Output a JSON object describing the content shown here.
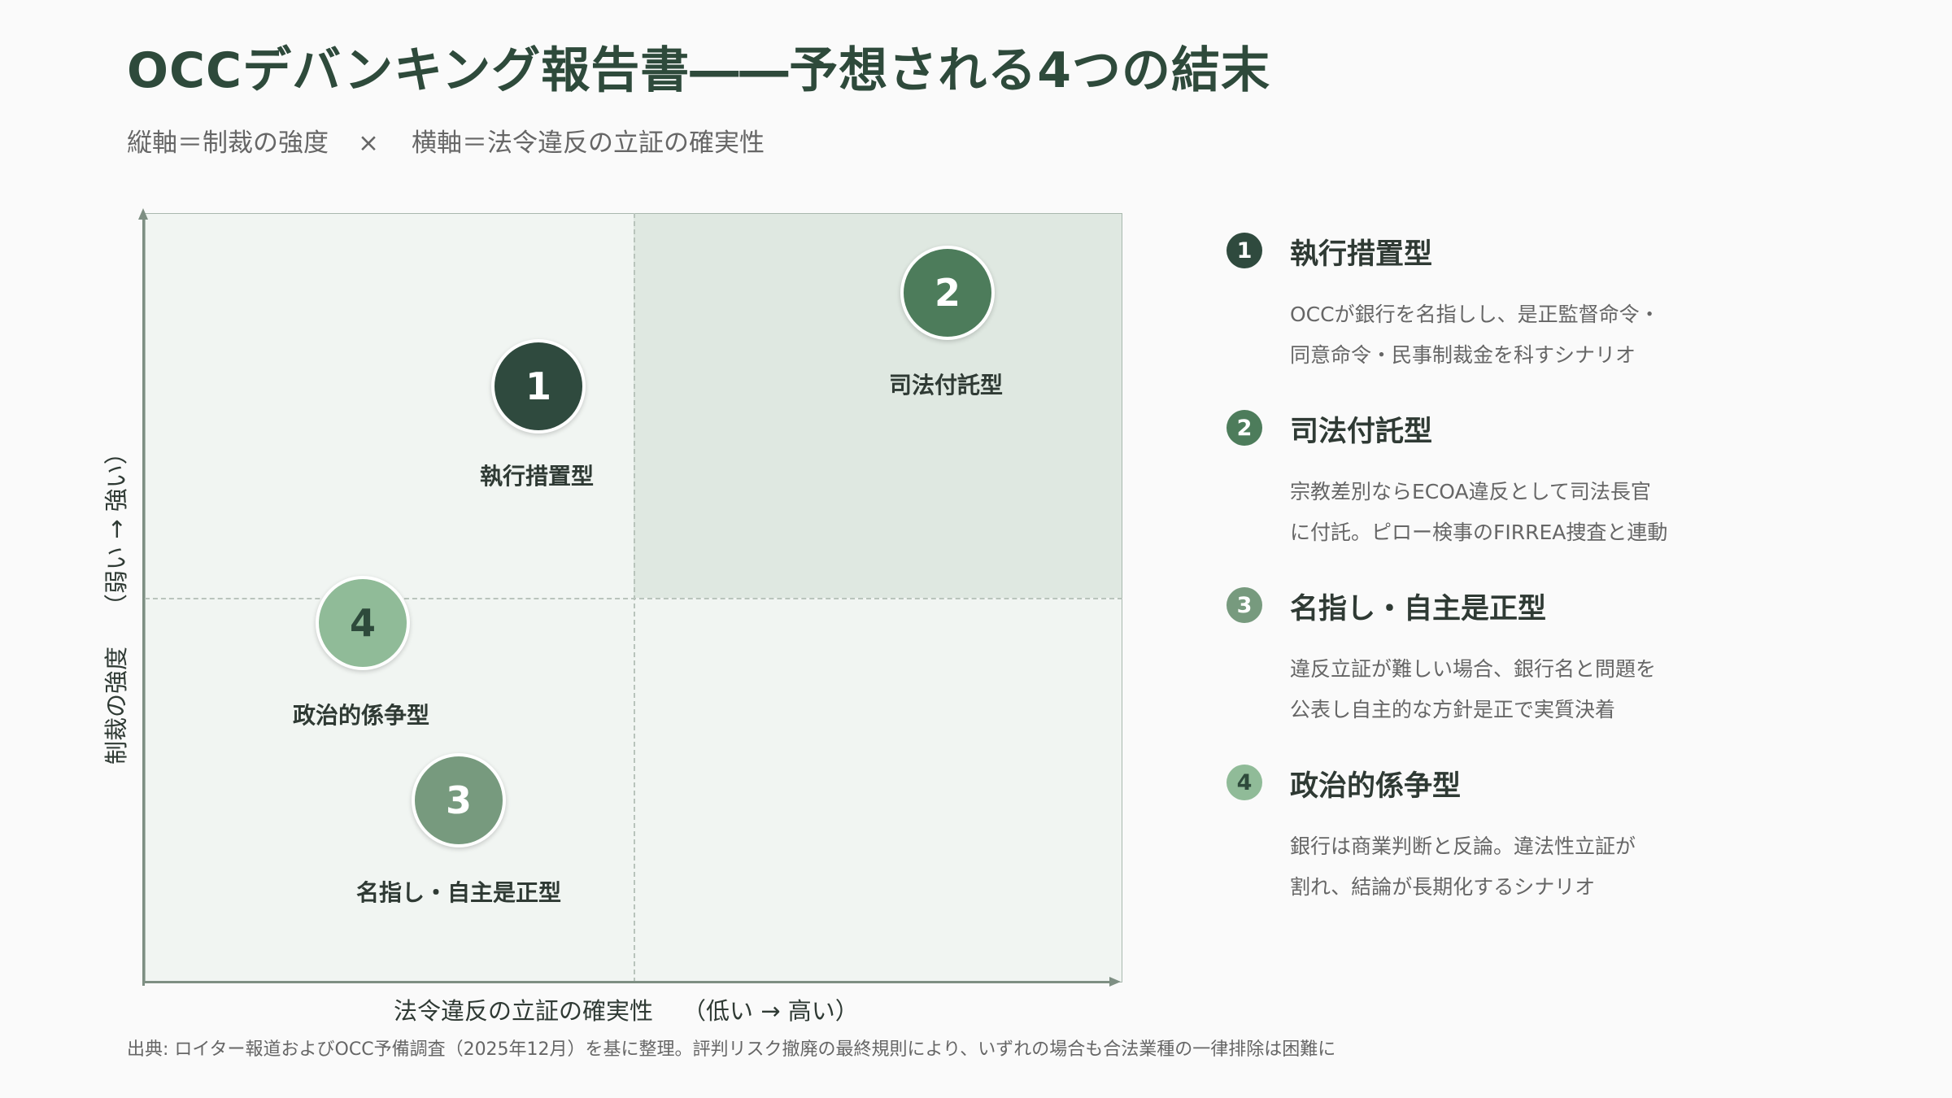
{
  "title": "OCCデバンキング報告書――予想される4つの結末",
  "subtitle": {
    "left": "縦軸＝制裁の強度",
    "separator": "×",
    "right": "横軸＝法令違反の立証の確実性"
  },
  "axes": {
    "x_label": "法令違反の立証の確実性",
    "x_direction": "（低い → 高い）",
    "y_label": "制裁の強度",
    "y_direction": "（弱い → 強い）"
  },
  "markers": [
    {
      "number": "1",
      "label": "執行措置型",
      "color": "#2f4a3e"
    },
    {
      "number": "2",
      "label": "司法付託型",
      "color": "#4d7c5b"
    },
    {
      "number": "3",
      "label": "名指し・自主是正型",
      "color": "#779a7e"
    },
    {
      "number": "4",
      "label": "政治的係争型",
      "color": "#90bb98"
    }
  ],
  "legend": [
    {
      "number": "1",
      "title": "執行措置型",
      "lines": [
        "OCCが銀行を名指しし、是正監督命令・",
        "同意命令・民事制裁金を科すシナリオ"
      ]
    },
    {
      "number": "2",
      "title": "司法付託型",
      "lines": [
        "宗教差別ならECOA違反として司法長官",
        "に付託。ピロー検事のFIRREA捜査と連動"
      ]
    },
    {
      "number": "3",
      "title": "名指し・自主是正型",
      "lines": [
        "違反立証が難しい場合、銀行名と問題を",
        "公表し自主的な方針是正で実質決着"
      ]
    },
    {
      "number": "4",
      "title": "政治的係争型",
      "lines": [
        "銀行は商業判断と反論。違法性立証が",
        "割れ、結論が長期化するシナリオ"
      ]
    }
  ],
  "source": "出典: ロイター報道およびOCC予備調査（2025年12月）を基に整理。評判リスク撤廃の最終規則により、いずれの場合も合法業種の一律排除は困難に",
  "colors": {
    "title": "#2e4a3b",
    "quadrant_highlight": "#dfe8e1",
    "quadrant_base": "#f1f5f2",
    "axis": "#7e8f83"
  }
}
